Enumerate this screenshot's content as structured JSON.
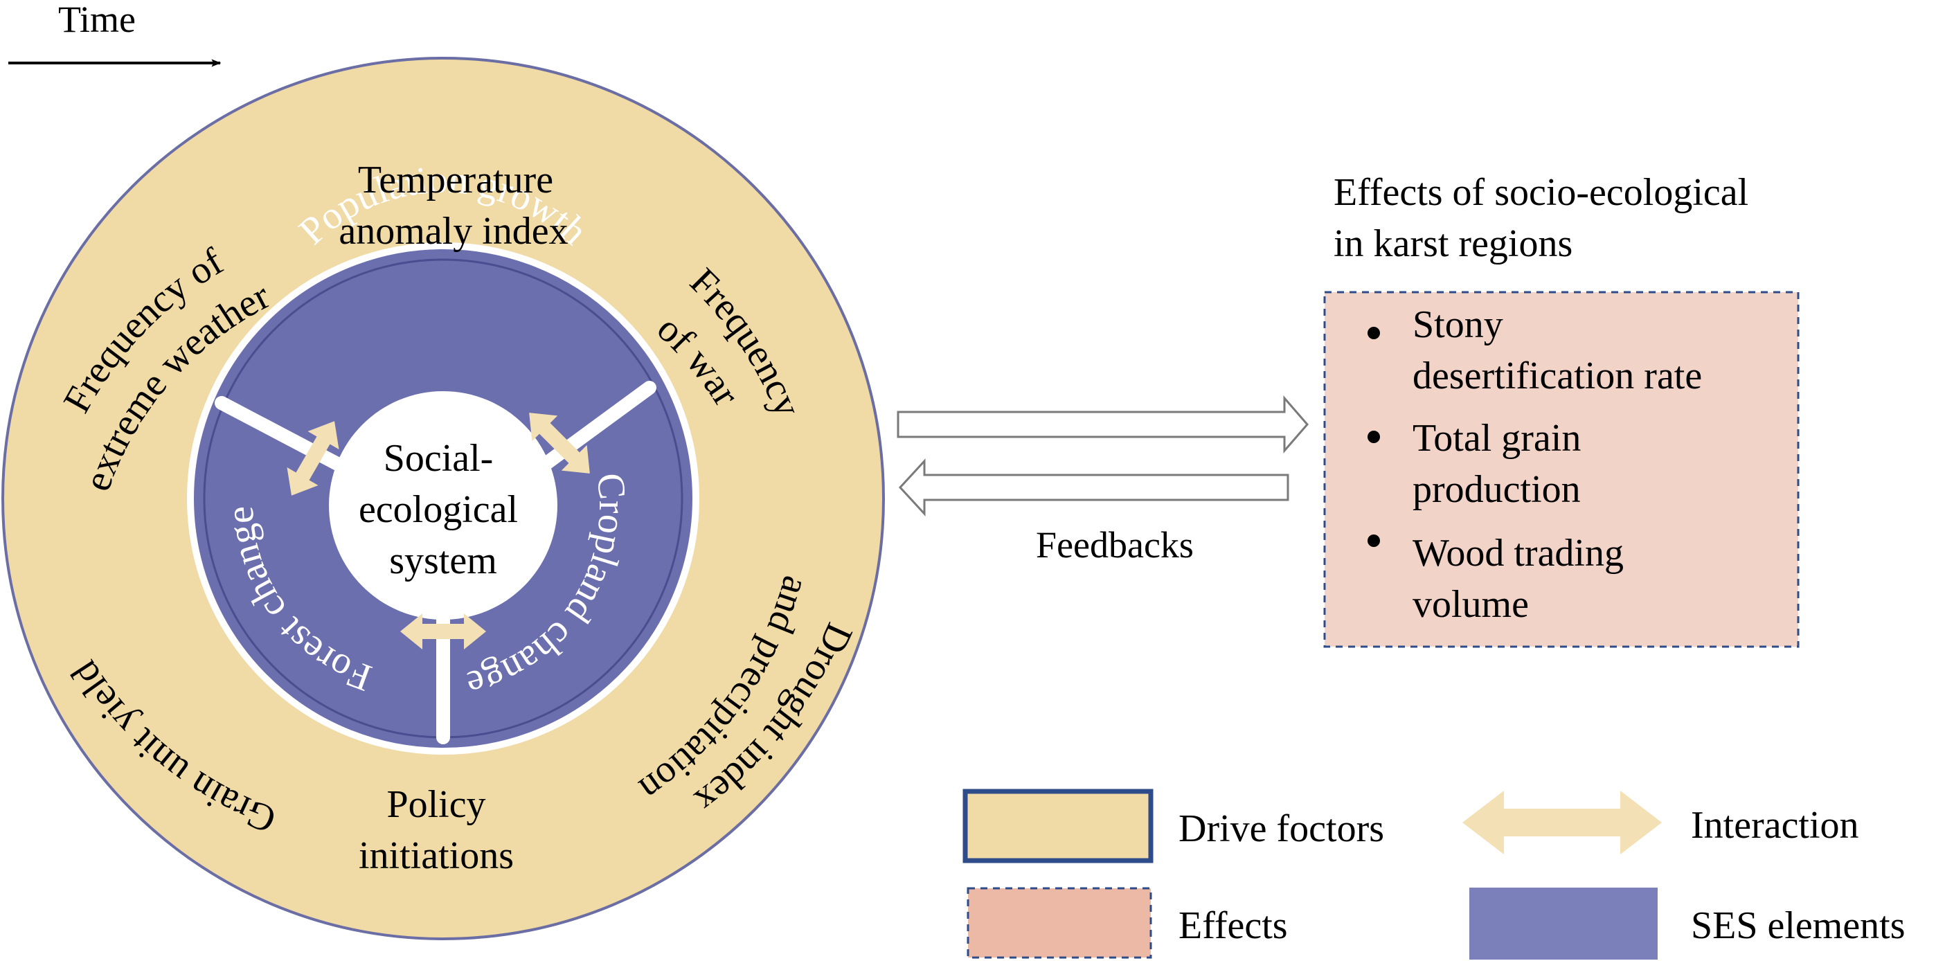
{
  "time_label": "Time",
  "drive_factors": {
    "temperature": [
      "Temperature",
      "anomaly index"
    ],
    "extreme_weather": [
      "Frequency of",
      "extreme weather"
    ],
    "war": [
      "Frequency",
      "of war"
    ],
    "drought": [
      "Drought index",
      "and precipitation"
    ],
    "grain": "Grain unit yield",
    "policy": [
      "Policy",
      "initiations"
    ]
  },
  "ses_elements": {
    "population": "Population growth",
    "cropland": "Cropland change",
    "forest": "Forest change"
  },
  "center": [
    "Social-",
    "ecological",
    "system"
  ],
  "feedbacks_label": "Feedbacks",
  "effects": {
    "title": [
      "Effects of socio-ecological",
      "in karst regions"
    ],
    "items": [
      [
        "Stony",
        "desertification rate"
      ],
      [
        "Total grain",
        "production"
      ],
      [
        "Wood trading",
        "volume"
      ]
    ]
  },
  "legend": {
    "drive": "Drive foctors",
    "effects": "Effects",
    "interaction": "Interaction",
    "ses": "SES elements"
  },
  "colors": {
    "drive_fill": "#F0DAA5",
    "ses_fill": "#6B6FAE",
    "effects_fill": "#F2D3C7",
    "legend_effects": "#EBB9A6",
    "legend_ses": "#7B80BA",
    "interaction_arrow": "#F4E0B5",
    "outline_blue": "#2F4C8A"
  }
}
